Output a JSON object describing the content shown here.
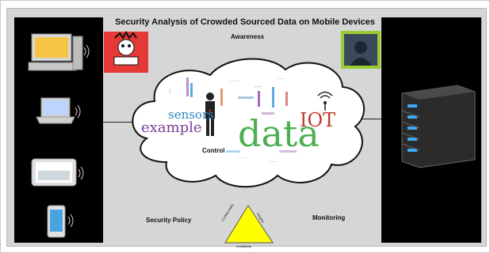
{
  "diagram": {
    "title": "Security Analysis of Crowded Sourced Data on Mobile Devices",
    "labels": {
      "awareness": "Awareness",
      "control": "Control",
      "security_policy": "Security Policy",
      "monitoring": "Monitoring"
    },
    "triangle": {
      "left": "Confidentiality",
      "right": "Integrity",
      "bottom": "Availability"
    },
    "cloud_words": {
      "data": "data",
      "iot": "IOT",
      "sensors": "sensors",
      "example": "example"
    },
    "colors": {
      "background": "#d6d6d6",
      "device_strip": "#000000",
      "triangle_fill": "#ffff00",
      "threat_box": "#e53935",
      "hacker_frame": "#9acd32",
      "data_word": "#4caf50",
      "iot_word": "#c0392b"
    }
  }
}
